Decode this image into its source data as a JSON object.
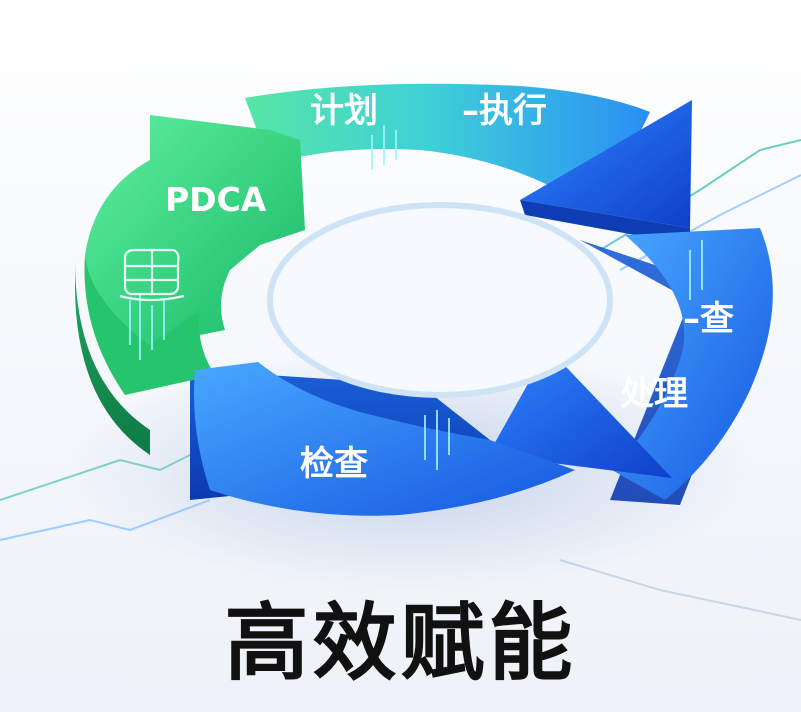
{
  "diagram": {
    "labels": {
      "pdca": "PDCA",
      "plan": "计划",
      "execute": "–执行",
      "check_right": "–查",
      "handle": "处理",
      "check": "检查"
    },
    "icon": "document-stack-icon",
    "colors": {
      "green": "#2fd57a",
      "green_dark": "#17a35c",
      "blue": "#1f6cf0",
      "blue_light": "#35b6ff",
      "line": "#2aa6a0"
    }
  },
  "title": "高效赋能"
}
